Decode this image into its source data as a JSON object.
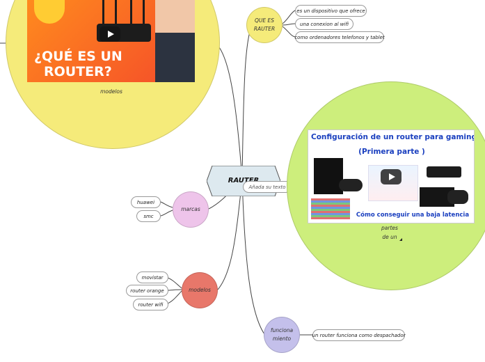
{
  "central": {
    "label": "RAUTER",
    "add_text": "Añada su texto"
  },
  "top_left": {
    "label": "modelos",
    "video": {
      "line1": "¿QUÉ ES UN",
      "line2": "ROUTER?"
    }
  },
  "que_es": {
    "label_line1": "QUE ES",
    "label_line2": "RAUTER",
    "items": [
      "es un dispositivo que ofrece",
      "una conexion al wifi",
      "como ordenadores telefonos y tablet"
    ]
  },
  "gaming": {
    "label_line1": "partes",
    "label_line2": "de un",
    "video": {
      "title_line1": "Configuración de un router para gaming",
      "title_line2": "(Primera parte )",
      "subtitle": "Cómo conseguir una baja latencia"
    }
  },
  "marcas": {
    "label": "marcas",
    "items": [
      "huawei",
      "smc"
    ]
  },
  "modelos": {
    "label": "modelos",
    "items": [
      "movistar",
      "router orange",
      "router wifi"
    ]
  },
  "funcionamiento": {
    "label_line1": "funciona",
    "label_line2": "miento",
    "items": [
      "un router funciona como despachador"
    ]
  },
  "colors": {
    "yellow": "#f5eb7a",
    "green": "#cdee7c",
    "pink": "#eec4ea",
    "red": "#e8776a",
    "lavender": "#c4c0eb",
    "central": "#dde9ef"
  }
}
